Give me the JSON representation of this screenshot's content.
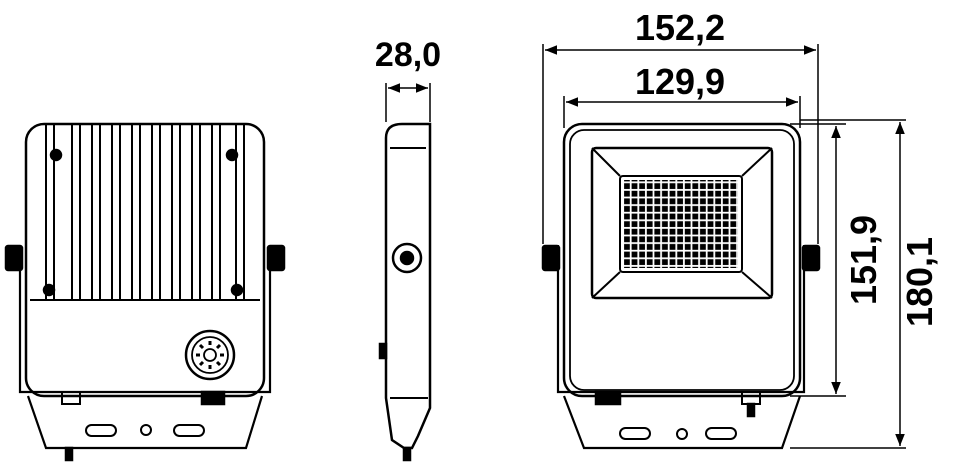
{
  "dimensions": {
    "depth": "28,0",
    "overall_width": "152,2",
    "body_width": "129,9",
    "body_height": "151,9",
    "overall_height": "180,1"
  }
}
